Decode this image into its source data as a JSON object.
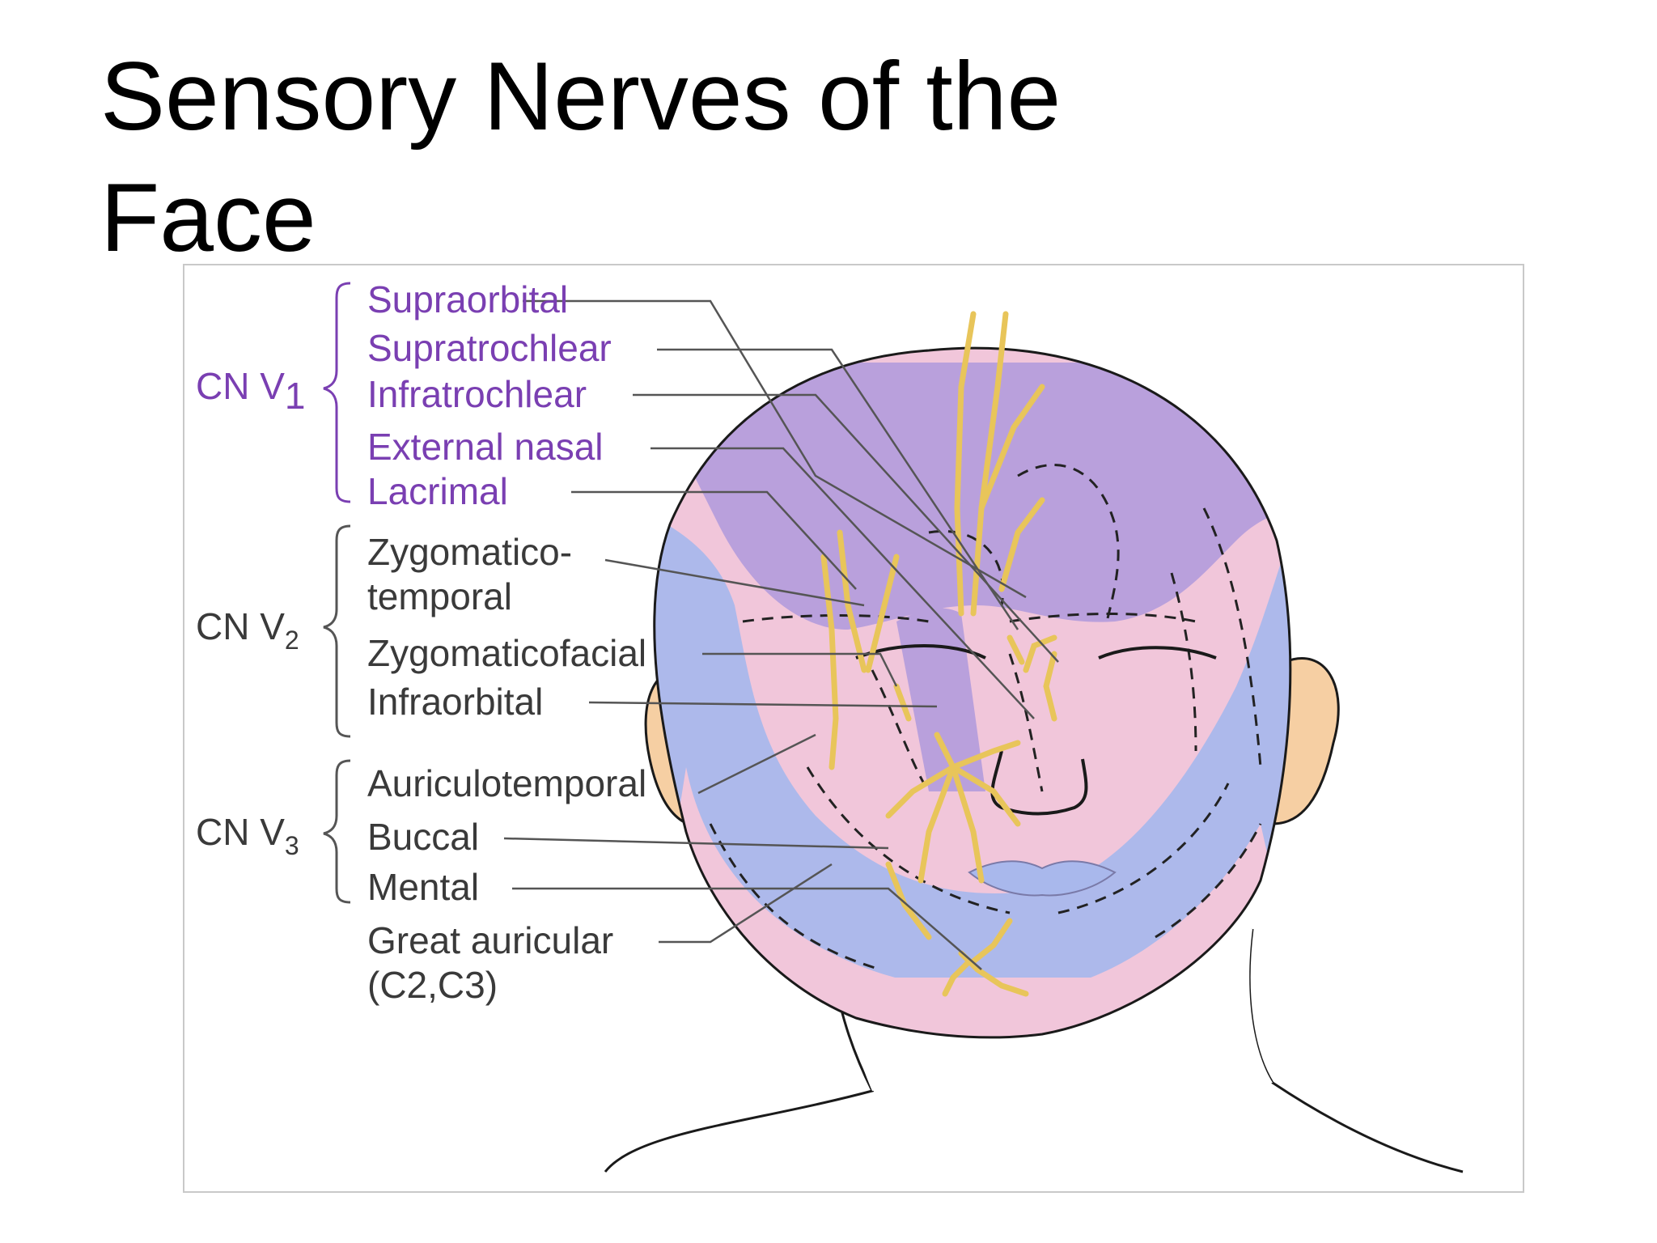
{
  "title": {
    "line1": "Sensory Nerves of the",
    "line2": "Face"
  },
  "colors": {
    "v1_region": "#b9a0dc",
    "v2_region": "#a9b8ec",
    "v3_region": "#f1c6da",
    "nerve": "#e8c55a",
    "v1_text": "#7a3fb2",
    "text": "#3a3a3a"
  },
  "groups": {
    "v1": "CN V",
    "v1_sub": "1",
    "v2": "CN V",
    "v2_sub": "2",
    "v3": "CN V",
    "v3_sub": "3"
  },
  "labels": {
    "supraorbital": "Supraorbital",
    "supratrochlear": "Supratrochlear",
    "infratrochlear": "Infratrochlear",
    "external_nasal": "External nasal",
    "lacrimal": "Lacrimal",
    "zygomaticotemporal_1": "Zygomatico-",
    "zygomaticotemporal_2": "temporal",
    "zygomaticofacial": "Zygomaticofacial",
    "infraorbital": "Infraorbital",
    "auriculotemporal": "Auriculotemporal",
    "buccal": "Buccal",
    "mental": "Mental",
    "great_auricular_1": "Great auricular",
    "great_auricular_2": "(C2,C3)"
  }
}
